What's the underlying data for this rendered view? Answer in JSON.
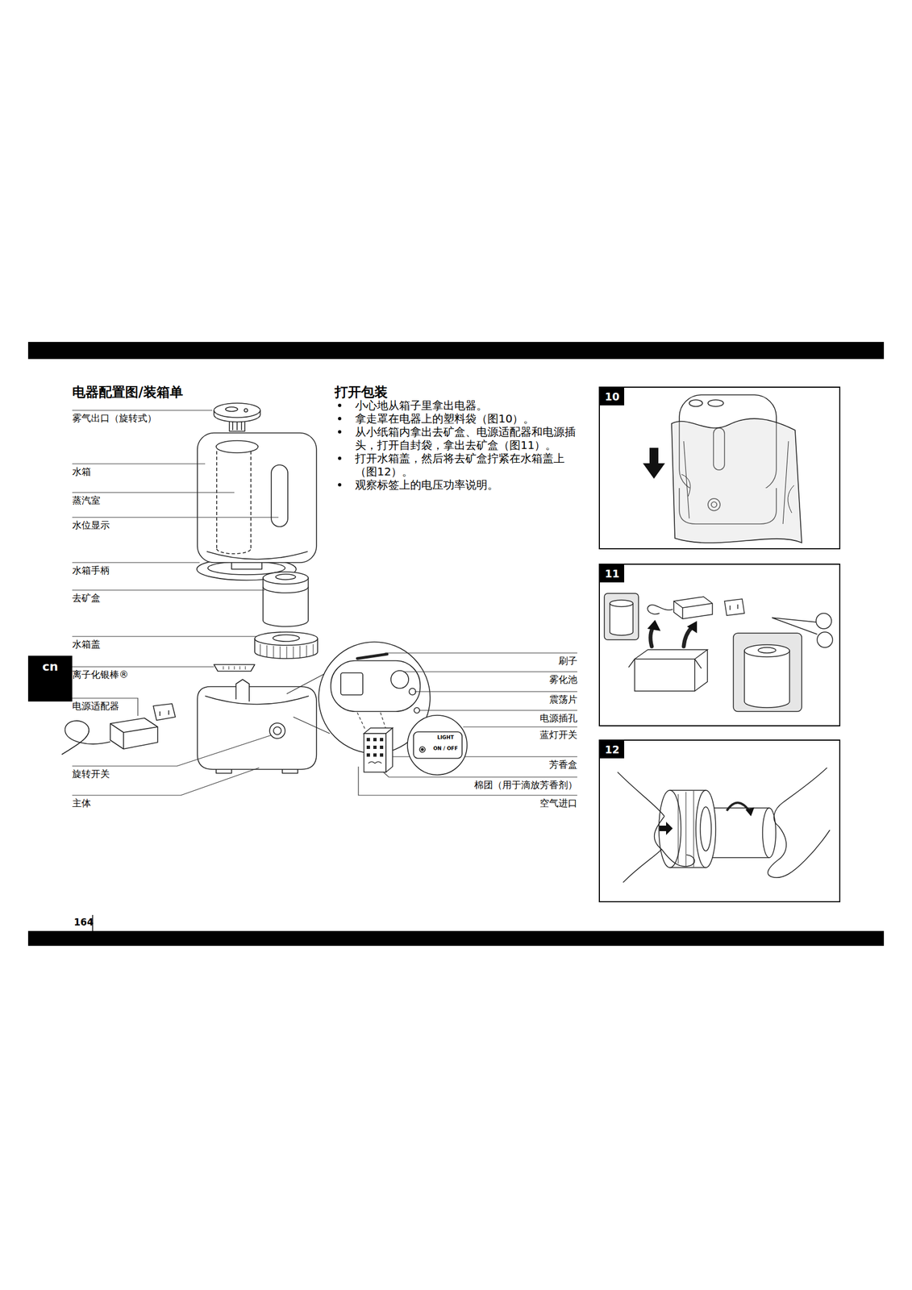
{
  "diagram": {
    "title": "电器配置图/装箱单",
    "nodes": [
      {
        "text": [
          "cn"
        ]
      },
      {
        "text": [
          "10"
        ]
      },
      {
        "text": [
          "11"
        ]
      },
      {
        "text": [
          "12"
        ]
      }
    ],
    "labels": [
      "打开包装",
      "小心地从箱子里拿出电器。",
      "拿走罩在电器上的塑料袋（图10）。",
      "从小纸箱内拿出去矿盒、电源适配器和电源插头，打开自封袋，拿出去矿盒（图11）。",
      "打开水箱盖，然后将去矿盒拧紧在水箱盖上（图12）。",
      "观察标签上的电压功率说明。",
      "雾气出口（旋转式）",
      "水箱",
      "蒸汽室",
      "水位显示",
      "水箱手柄",
      "去矿盒",
      "水箱盖",
      "离子化银棒®",
      "电源适配器",
      "旋转开关",
      "主体",
      "刷子",
      "雾化池",
      "震荡片",
      "电源插孔",
      "蓝灯开关",
      "芳香盒",
      "棉团（用于滴放芳香剂）",
      "空气进口",
      "LIGHT",
      "ON / OFF",
      "164"
    ]
  }
}
